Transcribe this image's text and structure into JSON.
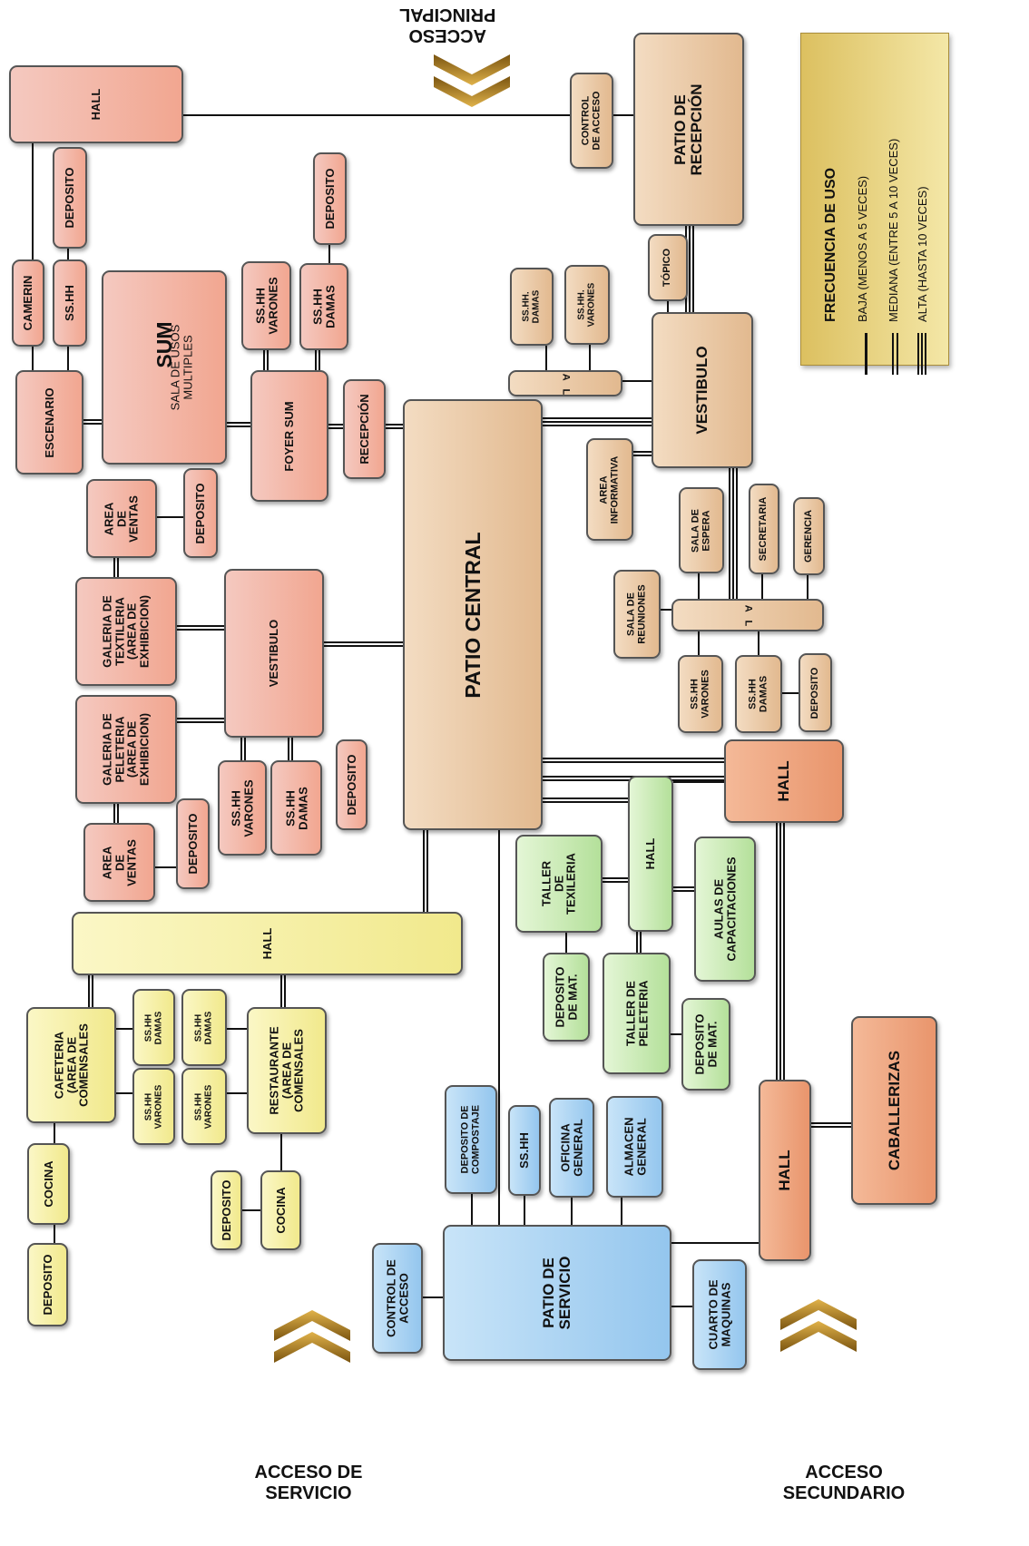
{
  "legend": {
    "title": "FRECUENCIA DE USO",
    "items": [
      {
        "label": "BAJA (MENOS A 5 VECES)",
        "lines": 1
      },
      {
        "label": "MEDIANA (ENTRE 5 A 10 VECES)",
        "lines": 2
      },
      {
        "label": "ALTA (HASTA 10 VECES)",
        "lines": 3
      }
    ]
  },
  "accesses": {
    "principal": "ACCESO\nPRINCIPAL",
    "servicio": "ACCESO DE\nSERVICIO",
    "secundario": "ACCESO\nSECUNDARIO"
  },
  "spaces": {
    "hall_top": "HALL",
    "deposito_1": "DEPOSITO",
    "camerin": "CAMERIN",
    "sshh_1": "SS.HH",
    "escenario": "ESCENARIO",
    "sum_title": "SUM",
    "sum_sub": "SALA DE USOS\nMULTIPLES",
    "sshh_varones_1": "SS.HH\nVARONES",
    "sshh_damas_1": "SS.HH\nDAMAS",
    "deposito_2": "DEPOSITO",
    "foyer_sum": "FOYER SUM",
    "recepcion": "RECEPCIÓN",
    "control_acceso_1": "CONTROL\nDE ACCESO",
    "patio_recepcion": "PATIO DE\nRECEPCIÓN",
    "topico": "TÓPICO",
    "sshh_damas_2": "SS.HH.\nDAMAS",
    "sshh_varones_2": "SS.HH.\nVARONES",
    "hall_small_1": "H\nA\nL\nL",
    "vestibulo_1": "VESTIBULO",
    "area_informativa": "AREA\nINFORMATIVA",
    "patio_central": "PATIO CENTRAL",
    "area_ventas_1": "AREA\nDE\nVENTAS",
    "deposito_3": "DEPOSITO",
    "galeria_textileria": "GALERIA DE\nTEXTILERIA\n(AREA DE\nEXHIBICION)",
    "vestibulo_2": "VESTIBULO",
    "galeria_peleteria": "GALERIA DE\nPELETERIA\n(AREA DE\nEXHIBICION)",
    "sshh_varones_3": "SS.HH\nVARONES",
    "sshh_damas_3": "SS.HH\nDAMAS",
    "deposito_4": "DEPOSITO",
    "area_ventas_2": "AREA\nDE\nVENTAS",
    "deposito_5": "DEPOSITO",
    "sala_espera": "SALA DE\nESPERA",
    "secretaria": "SECRETARIA",
    "gerencia": "GERENCIA",
    "sala_reuniones": "SALA DE\nREUNIONES",
    "hall_small_2": "H\nA\nL\nL",
    "sshh_varones_4": "SS.HH\nVARONES",
    "sshh_damas_4": "SS.HH\nDAMAS",
    "deposito_6": "DEPOSITO",
    "hall_orange": "HALL",
    "hall_green": "HALL",
    "taller_texileria": "TALLER\nDE\nTEXILERIA",
    "aulas_capacitaciones": "AULAS DE\nCAPACITACIONES",
    "deposito_mat_1": "DEPOSITO\nDE MAT.",
    "taller_peleteria": "TALLER DE\nPELETERIA",
    "deposito_mat_2": "DEPOSITO\nDE MAT.",
    "hall_yellow": "HALL",
    "cafeteria": "CAFETERIA\n(AREA DE\nCOMENSALES",
    "sshh_damas_5": "SS.HH\nDAMAS",
    "sshh_varones_5": "SS.HH\nVARONES",
    "sshh_damas_6": "SS.HH\nDAMAS",
    "sshh_varones_6": "SS.HH\nVARONES",
    "restaurante": "RESTAURANTE\n(AREA DE\nCOMENSALES",
    "cocina_1": "COCINA",
    "deposito_7": "DEPOSITO",
    "deposito_8": "DEPOSITO",
    "cocina_2": "COCINA",
    "deposito_compostaje": "DEPOSITO DE\nCOMPOSTAJE",
    "sshh_7": "SS.HH",
    "oficina_general": "OFICINA\nGENERAL",
    "almacen_general": "ALMACEN\nGENERAL",
    "control_acceso_2": "CONTROL DE\nACCESO",
    "patio_servicio": "PATIO DE\nSERVICIO",
    "cuarto_maquinas": "CUARTO DE\nMAQUINAS",
    "hall_bottom": "HALL",
    "caballerizas": "CABALLERIZAS"
  }
}
